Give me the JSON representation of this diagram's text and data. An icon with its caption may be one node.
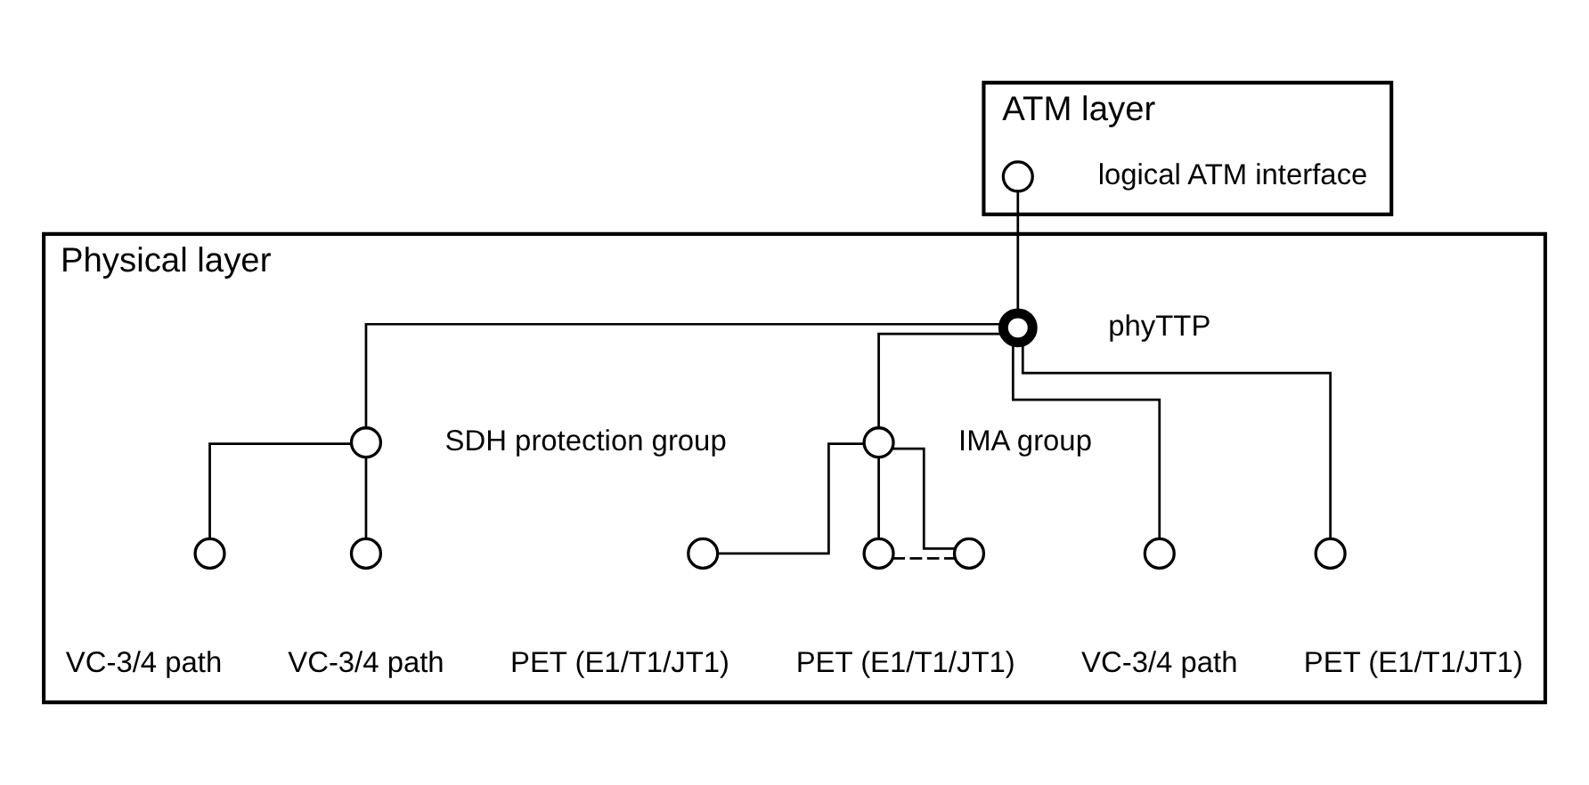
{
  "diagram": {
    "nodes": [
      {
        "text": [
          "ATM layer"
        ]
      },
      {
        "text": [
          "Physical layer"
        ]
      },
      {
        "text": [],
        "shape": "circle",
        "beside": [
          "logical ATM interface"
        ],
        "in": 0
      },
      {
        "text": [],
        "shape": "circle",
        "beside": [
          "phyTTP"
        ],
        "in": 1
      },
      {
        "text": [],
        "shape": "circle",
        "beside": [
          "SDH protection group"
        ],
        "in": 1
      },
      {
        "text": [],
        "shape": "circle",
        "beside": [
          "IMA group"
        ],
        "in": 1
      },
      {
        "text": [],
        "shape": "circle",
        "beside": [
          "VC-3/4 path"
        ],
        "in": 1
      },
      {
        "text": [],
        "shape": "circle",
        "beside": [
          "VC-3/4 path"
        ],
        "in": 1
      },
      {
        "text": [],
        "shape": "circle",
        "beside": [
          "VC-3/4 path"
        ],
        "in": 1
      },
      {
        "text": [],
        "shape": "circle",
        "beside": [
          "PET (E1/T1/JT1)"
        ],
        "in": 1
      },
      {
        "text": [],
        "shape": "circle",
        "beside": [
          "PET (E1/T1/JT1)"
        ],
        "in": 1
      },
      {
        "text": [],
        "shape": "circle",
        "beside": [
          "PET (E1/T1/JT1)"
        ],
        "in": 1
      },
      {
        "text": [],
        "shape": "circle",
        "in": 1
      }
    ],
    "edges": [
      {
        "from": 2,
        "to": 3,
        "arrow": "none"
      },
      {
        "from": 3,
        "to": 4,
        "arrow": "none"
      },
      {
        "from": 3,
        "to": 8,
        "arrow": "none"
      },
      {
        "from": 3,
        "to": 9,
        "arrow": "none"
      },
      {
        "from": 3,
        "to": 5,
        "arrow": "none"
      },
      {
        "from": 4,
        "to": 6,
        "arrow": "none"
      },
      {
        "from": 4,
        "to": 7,
        "arrow": "none"
      },
      {
        "from": 5,
        "to": 10,
        "arrow": "none"
      },
      {
        "from": 5,
        "to": 11,
        "arrow": "none"
      },
      {
        "from": 5,
        "to": 12,
        "arrow": "none"
      },
      {
        "from": 11,
        "to": 12,
        "arrow": "none",
        "style": "dashed"
      }
    ]
  }
}
